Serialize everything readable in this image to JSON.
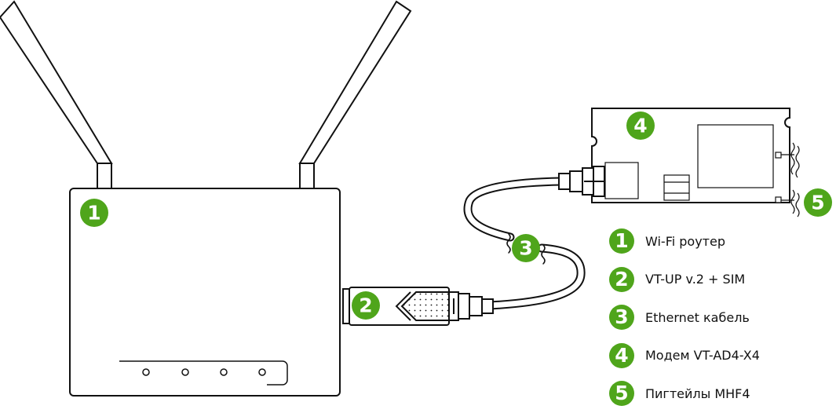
{
  "accent_color": "#4fa51b",
  "badges": {
    "router": "1",
    "vtup": "2",
    "cable": "3",
    "modem": "4",
    "pigtails": "5"
  },
  "legend": [
    {
      "number": "1",
      "label": "Wi-Fi роутер"
    },
    {
      "number": "2",
      "label": "VT-UP v.2 + SIM"
    },
    {
      "number": "3",
      "label": "Ethernet кабель"
    },
    {
      "number": "4",
      "label": "Модем VT-AD4-X4"
    },
    {
      "number": "5",
      "label": "Пигтейлы MHF4"
    }
  ]
}
